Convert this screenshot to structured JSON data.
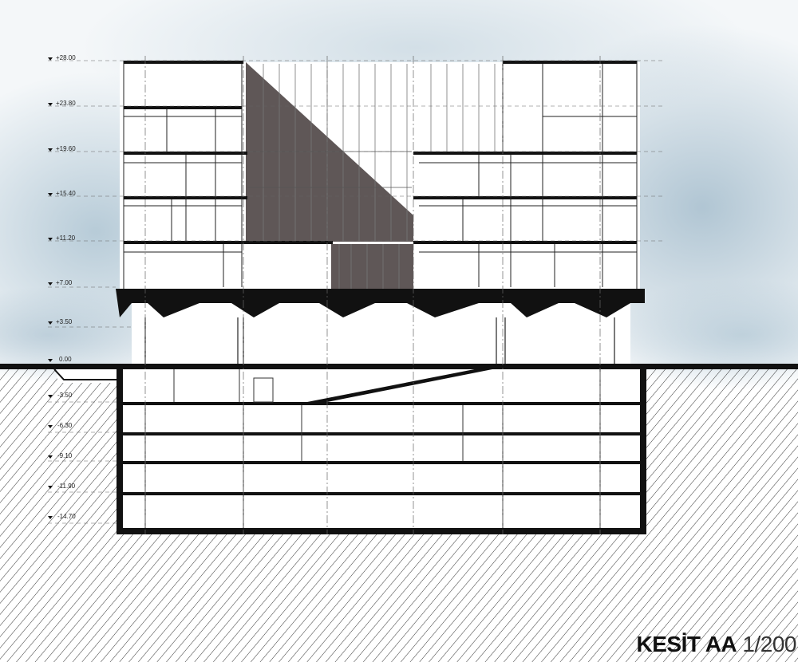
{
  "drawing": {
    "title": "KESİT AA",
    "scale": "1/200",
    "levels": [
      "+28.00",
      "+23.80",
      "+19.60",
      "+15.40",
      "+11.20",
      "+7.00",
      "+3.50",
      "0.00",
      "-3.50",
      "-6.30",
      "-9.10",
      "-11.90",
      "-14.70"
    ]
  },
  "colors": {
    "sky": "#b9cdd9",
    "atrium_fill": "#5f5757",
    "ink": "#111111",
    "ground_hatch": "#333333"
  }
}
